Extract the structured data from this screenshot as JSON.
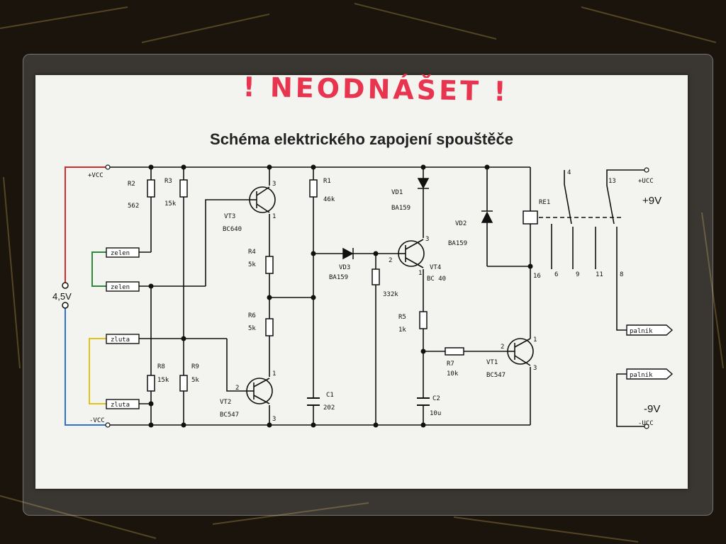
{
  "warning_text": "! NEODNÁŠET !",
  "title": "Schéma elektrického zapojení spouštěče",
  "colors": {
    "warning": "#e8344f",
    "wire_red": "#d42a2a",
    "wire_green": "#2e8a3a",
    "wire_yellow": "#e0c21a",
    "wire_blue": "#2f6fd0",
    "ink": "#111111"
  },
  "supply_labels": {
    "vcc_top_left": "+VCC",
    "vcc_bottom_left": "-VCC",
    "vcc_top_right": "+UCC",
    "vcc_bottom_right": "-UCC",
    "battery": "4,5V",
    "plus9": "+9V",
    "minus9": "-9V"
  },
  "connectors": {
    "zelen_1": "zelen",
    "zelen_2": "zelen",
    "zluta_1": "zluta",
    "zluta_2": "zluta",
    "palnik_1": "palnik",
    "palnik_2": "palnik"
  },
  "components": {
    "R2": {
      "ref": "R2",
      "value": "562"
    },
    "R3": {
      "ref": "R3",
      "value": "15k"
    },
    "R1": {
      "ref": "R1",
      "value": "46k"
    },
    "R4": {
      "ref": "R4",
      "value": "5k"
    },
    "R6": {
      "ref": "R6",
      "value": "5k"
    },
    "R8": {
      "ref": "R8",
      "value": "15k"
    },
    "R9": {
      "ref": "R9",
      "value": "5k"
    },
    "R5": {
      "ref": "R5",
      "value": "1k"
    },
    "R7": {
      "ref": "R7",
      "value": "10k"
    },
    "R332": {
      "value": "332k"
    },
    "C1": {
      "ref": "C1",
      "value": "202"
    },
    "C2": {
      "ref": "C2",
      "value": "10u"
    },
    "VD1": {
      "ref": "VD1",
      "value": "BA159"
    },
    "VD2": {
      "ref": "VD2",
      "value": "BA159"
    },
    "VD3": {
      "ref": "VD3",
      "value": "BA159"
    },
    "VT1": {
      "ref": "VT1",
      "value": "BC547"
    },
    "VT2": {
      "ref": "VT2",
      "value": "BC547"
    },
    "VT3": {
      "ref": "VT3",
      "value": "BC640"
    },
    "VT4": {
      "ref": "VT4",
      "value": "BC 40"
    },
    "RE1": {
      "ref": "RE1"
    }
  },
  "pins": {
    "p1": "1",
    "p2": "2",
    "p3": "3",
    "p16": "16",
    "p13": "13",
    "p4": "4",
    "p6": "6",
    "p9": "9",
    "p11": "11",
    "p8": "8"
  }
}
